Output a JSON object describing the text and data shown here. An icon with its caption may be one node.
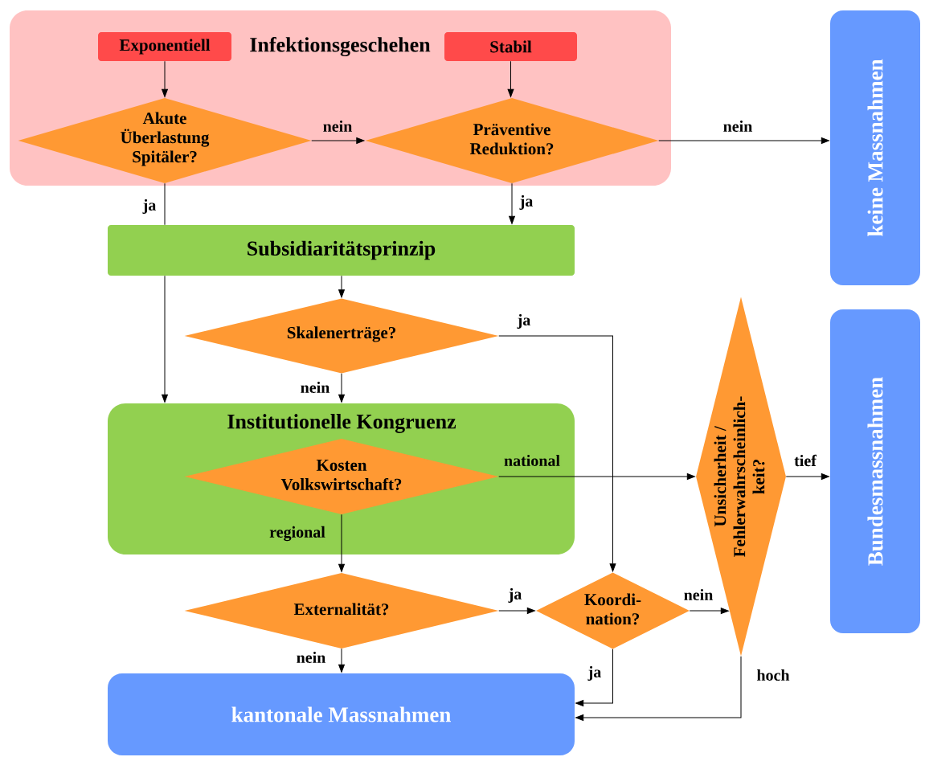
{
  "diagram": {
    "nodes": [
      {
        "text": [
          "Infektionsgeschehen"
        ]
      },
      {
        "text": [
          "Exponentiell"
        ],
        "in": 0
      },
      {
        "text": [
          "Stabil"
        ],
        "in": 0
      },
      {
        "text": [
          "Akute Überlastung Spitäler?"
        ],
        "in": 0
      },
      {
        "text": [
          "Präventive Reduktion?"
        ],
        "in": 0
      },
      {
        "text": [
          "keine Massnahmen"
        ]
      },
      {
        "text": [
          "Subsidiaritätsprinzip"
        ]
      },
      {
        "text": [
          "Skalenerträge?"
        ]
      },
      {
        "text": [
          "Institutionelle Kongruenz"
        ]
      },
      {
        "text": [
          "Kosten Volkswirtschaft?"
        ],
        "in": 8
      },
      {
        "text": [
          "Unsicherheit / Fehlerwahrscheinlich-keit?"
        ]
      },
      {
        "text": [
          "Bundesmassnahmen"
        ]
      },
      {
        "text": [
          "Externalität?"
        ]
      },
      {
        "text": [
          "Koordi-nation?"
        ]
      },
      {
        "text": [
          "kantonale Massnahmen"
        ]
      }
    ],
    "edges": [
      {
        "from": 1,
        "to": 3,
        "arrow": "to"
      },
      {
        "from": 2,
        "to": 4,
        "arrow": "to"
      },
      {
        "from": 3,
        "to": 4,
        "arrow": "to",
        "label": "nein"
      },
      {
        "from": 4,
        "to": 5,
        "arrow": "to",
        "label": "nein"
      },
      {
        "from": 4,
        "to": 6,
        "arrow": "to",
        "label": "ja"
      },
      {
        "from": 3,
        "to": 6,
        "arrow": "none",
        "label": "ja"
      },
      {
        "from": 6,
        "to": 8,
        "arrow": "to"
      },
      {
        "from": 6,
        "to": 7,
        "arrow": "to"
      },
      {
        "from": 7,
        "to": 8,
        "arrow": "to",
        "label": "nein"
      },
      {
        "from": 7,
        "to": 13,
        "arrow": "to",
        "label": "ja"
      },
      {
        "from": 9,
        "to": 10,
        "arrow": "to",
        "label": "national"
      },
      {
        "from": 9,
        "to": 12,
        "arrow": "to",
        "label": "regional"
      },
      {
        "from": 10,
        "to": 11,
        "arrow": "to",
        "label": "tief"
      },
      {
        "from": 12,
        "to": 13,
        "arrow": "to",
        "label": "ja"
      },
      {
        "from": 12,
        "to": 14,
        "arrow": "to",
        "label": "nein"
      },
      {
        "from": 13,
        "to": 10,
        "arrow": "to",
        "label": "nein"
      },
      {
        "from": 13,
        "to": 14,
        "arrow": "to",
        "label": "ja"
      },
      {
        "from": 10,
        "to": 14,
        "arrow": "to",
        "label": "hoch"
      }
    ]
  }
}
